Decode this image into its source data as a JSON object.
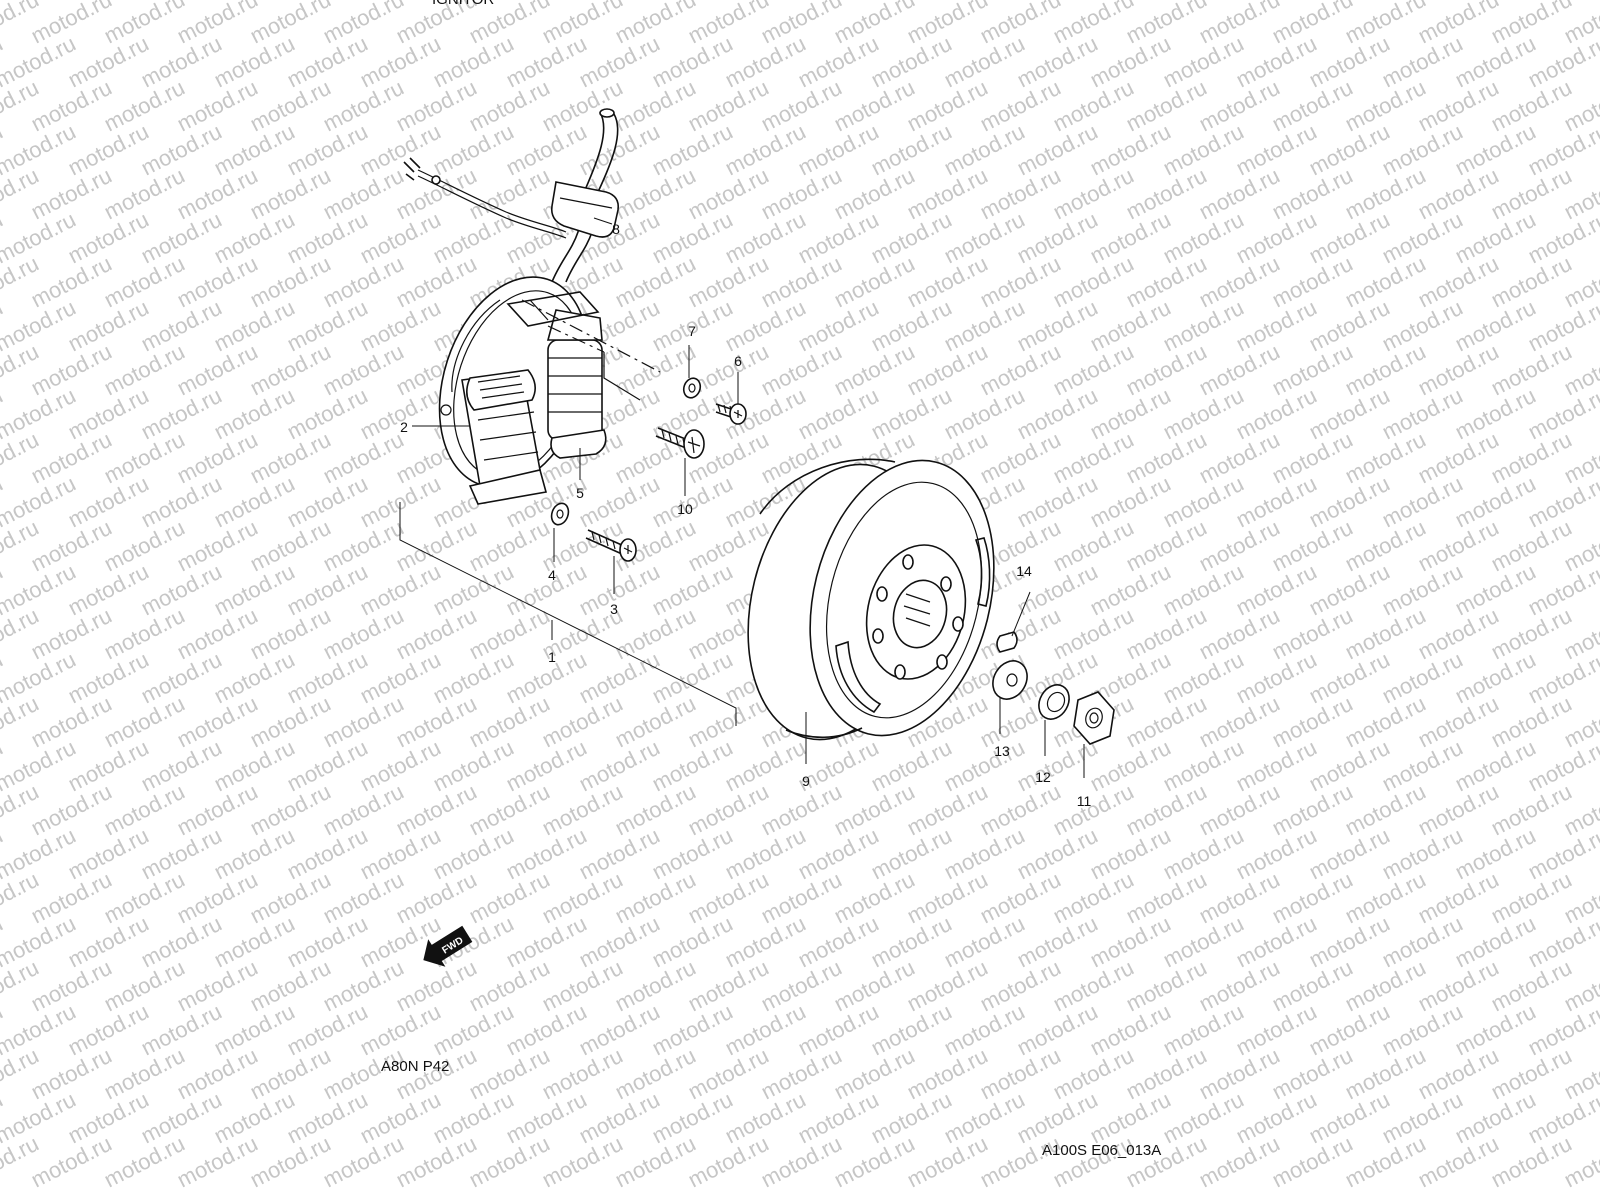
{
  "diagram": {
    "header_fragment": "IGNITOR",
    "watermark": "motod.ru",
    "reference_codes": {
      "page_code": "A80N P42",
      "figure_code": "A100S E06_013A"
    },
    "fwd_label": "FWD",
    "callouts": [
      {
        "id": "1",
        "label": "1"
      },
      {
        "id": "2",
        "label": "2"
      },
      {
        "id": "3",
        "label": "3"
      },
      {
        "id": "4",
        "label": "4"
      },
      {
        "id": "5",
        "label": "5"
      },
      {
        "id": "6",
        "label": "6"
      },
      {
        "id": "7",
        "label": "7"
      },
      {
        "id": "8",
        "label": "8"
      },
      {
        "id": "9",
        "label": "9"
      },
      {
        "id": "10",
        "label": "10"
      },
      {
        "id": "11",
        "label": "11"
      },
      {
        "id": "12",
        "label": "12"
      },
      {
        "id": "13",
        "label": "13"
      },
      {
        "id": "14",
        "label": "14"
      }
    ]
  }
}
